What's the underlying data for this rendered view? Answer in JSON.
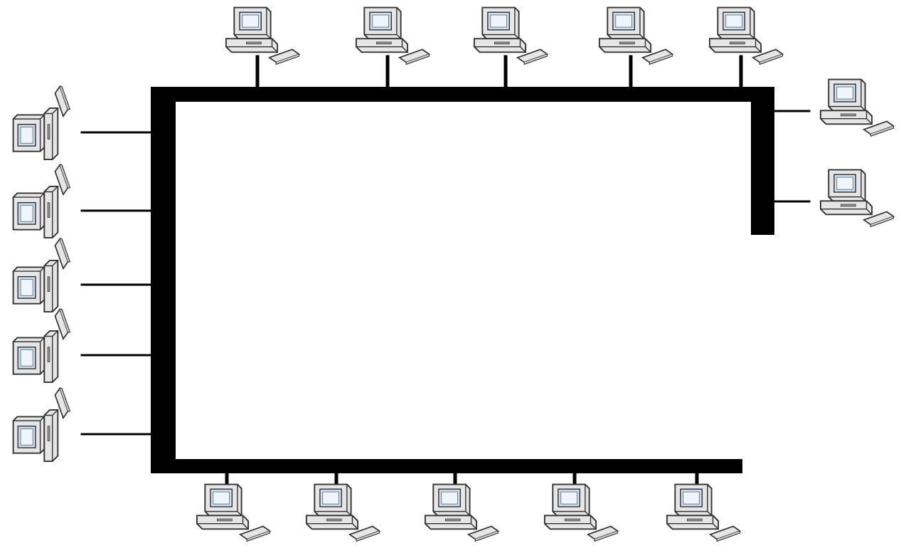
{
  "diagram": {
    "type": "bus-network-topology",
    "bus_color": "#000000",
    "cable_color": "#000000",
    "computer_icon": "desktop-computer-icon",
    "computer_body_color": "#e6e6e6",
    "computer_outline_color": "#333333",
    "screen_color": "#c9dff2",
    "groups": [
      {
        "side": "top",
        "count": 5
      },
      {
        "side": "right",
        "count": 2
      },
      {
        "side": "left",
        "count": 5
      },
      {
        "side": "bottom",
        "count": 5
      }
    ]
  }
}
